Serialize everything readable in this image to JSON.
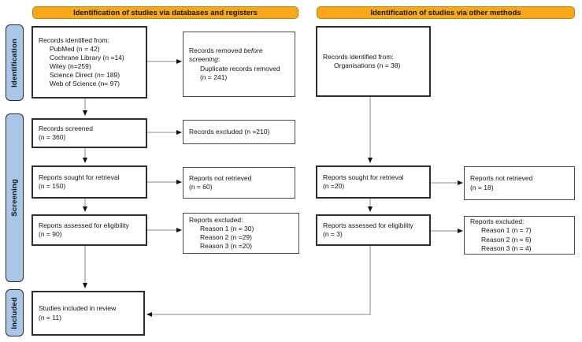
{
  "headers": {
    "databases": "Identification of studies via databases and registers",
    "other": "Identification of studies via other methods"
  },
  "sidebar": {
    "identification": "Identification",
    "screening": "Screening",
    "included": "Included"
  },
  "colors": {
    "header_fill": "#F7A81B",
    "header_border": "#C2830E",
    "sidebar_fill": "#A8C7E8",
    "box_border": "#2E2E2E",
    "arrow_line": "#888888",
    "arrow_head": "#111111"
  },
  "boxes": {
    "records_identified_db": {
      "title": "Records identified from:",
      "items": [
        "PubMed (n = 42)",
        "Cochrane Library (n =14)",
        "Wiley (n=259)",
        "Science Direct (n= 189)",
        "Web of Science (n= 97)"
      ]
    },
    "records_removed": {
      "prefix": "Records removed ",
      "italic": "before screening",
      "suffix": ":",
      "items": [
        "Duplicate records removed",
        "(n = 241)"
      ]
    },
    "records_identified_other": {
      "title": "Records identified from:",
      "items": [
        "Organisations (n = 38)"
      ]
    },
    "records_screened": {
      "lines": [
        "Records screened",
        "(n = 360)"
      ]
    },
    "records_excluded": {
      "lines": [
        "Records excluded (n =210)"
      ]
    },
    "reports_sought_db": {
      "lines": [
        "Reports sought for retrieval",
        "(n = 150)"
      ]
    },
    "reports_not_retrieved_db": {
      "lines": [
        "Reports not retrieved",
        "(n = 60)"
      ]
    },
    "reports_assessed_db": {
      "lines": [
        "Reports assessed for eligibility",
        "(n = 90)"
      ]
    },
    "reports_excluded_db": {
      "title": "Reports excluded:",
      "items": [
        "Reason 1 (n = 30)",
        "Reason 2 (n =29)",
        "Reason 3 (n =20)"
      ]
    },
    "studies_included": {
      "lines": [
        "Studies included in review",
        "(n = 11)"
      ]
    },
    "reports_sought_other": {
      "lines": [
        "Reports sought for retrieval",
        "(n =20)"
      ]
    },
    "reports_not_retrieved_other": {
      "lines": [
        "Reports not retrieved",
        "(n = 18)"
      ]
    },
    "reports_assessed_other": {
      "lines": [
        "Reports assessed for eligibility",
        "(n = 3)"
      ]
    },
    "reports_excluded_other": {
      "title": "Reports excluded:",
      "items": [
        "Reason 1 (n = 7)",
        "Reason 2 (n = 6)",
        "Reason 3 (n = 4)"
      ]
    }
  }
}
